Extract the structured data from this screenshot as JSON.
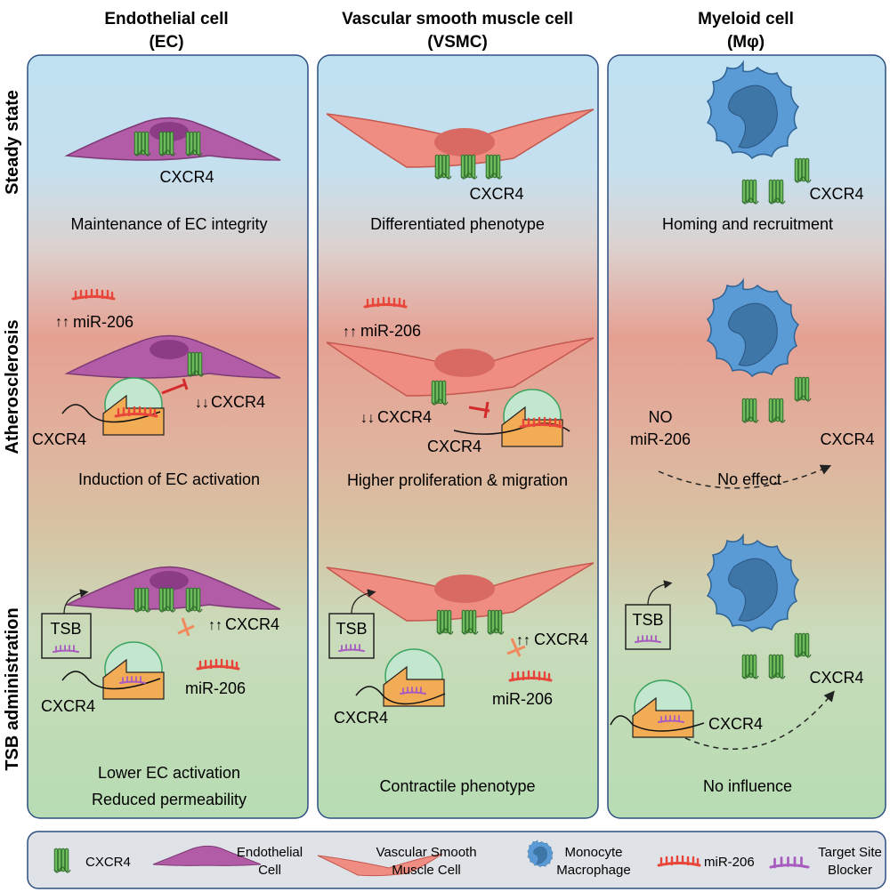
{
  "columns": [
    {
      "title": "Endothelial cell",
      "abbr": "(EC)"
    },
    {
      "title": "Vascular smooth muscle cell",
      "abbr": "(VSMC)"
    },
    {
      "title": "Myeloid cell",
      "abbr": "(Mφ)"
    }
  ],
  "rows": {
    "steady": "Steady state",
    "athero": "Atherosclerosis",
    "tsb": "TSB administration"
  },
  "ec": {
    "steady_receptor": "CXCR4",
    "steady_caption": "Maintenance of EC integrity",
    "athero_mir": "miR-206",
    "athero_receptor": "CXCR4",
    "athero_mrna": "CXCR4",
    "athero_caption": "Induction of EC activation",
    "tsb_box": "TSB",
    "tsb_receptor": "CXCR4",
    "tsb_mrna": "CXCR4",
    "tsb_mir": "miR-206",
    "tsb_caption_1": "Lower EC activation",
    "tsb_caption_2": "Reduced permeability"
  },
  "vsmc": {
    "steady_receptor": "CXCR4",
    "steady_caption": "Differentiated phenotype",
    "athero_mir": "miR-206",
    "athero_receptor": "CXCR4",
    "athero_mrna": "CXCR4",
    "athero_caption": "Higher proliferation & migration",
    "tsb_box": "TSB",
    "tsb_receptor": "CXCR4",
    "tsb_mir": "miR-206",
    "tsb_mrna": "CXCR4",
    "tsb_caption": "Contractile phenotype"
  },
  "myeloid": {
    "steady_receptor": "CXCR4",
    "steady_caption": "Homing and recruitment",
    "athero_no": "NO",
    "athero_mir": "miR-206",
    "athero_receptor": "CXCR4",
    "athero_effect": "No effect",
    "tsb_box": "TSB",
    "tsb_receptor": "CXCR4",
    "tsb_mrna": "CXCR4",
    "tsb_caption": "No influence"
  },
  "legend": {
    "cxcr4": "CXCR4",
    "ec_1": "Endothelial",
    "ec_2": "Cell",
    "vsmc_1": "Vascular Smooth",
    "vsmc_2": "Muscle Cell",
    "mono_1": "Monocyte",
    "mono_2": "Macrophage",
    "mir": "miR-206",
    "tsb_1": "Target Site",
    "tsb_2": "Blocker"
  },
  "colors": {
    "ec": "#b25ca7",
    "vsmc": "#ef8d82",
    "macrophage": "#5b9bd5",
    "receptor": "#5aa94f",
    "mir": "#e8463a",
    "tsb": "#a85cc0"
  }
}
